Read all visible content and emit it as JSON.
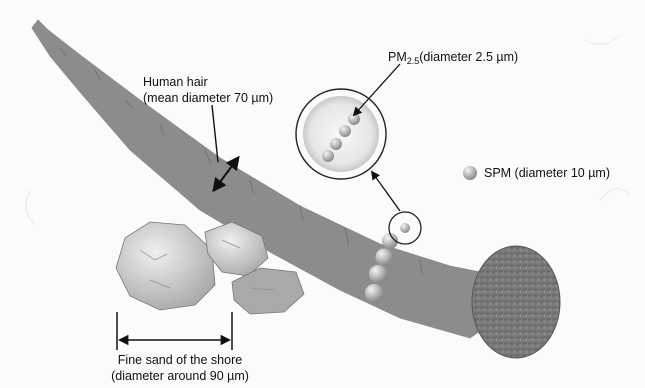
{
  "labels": {
    "hair_line1": "Human hair",
    "hair_line2": "(mean diameter 70 µm)",
    "pm25_prefix": "PM",
    "pm25_sub": "2.5",
    "pm25_suffix": "(diameter 2.5 µm)",
    "spm": "SPM (diameter 10 µm)",
    "sand_line1": "Fine sand of the shore",
    "sand_line2": "(diameter around 90 µm)"
  }
}
